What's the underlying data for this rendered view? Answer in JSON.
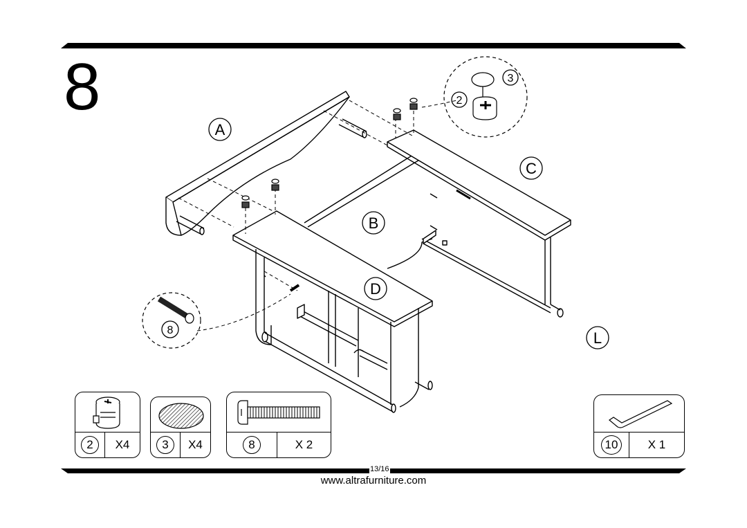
{
  "step": {
    "number": "8"
  },
  "parts": {
    "A": "A",
    "B": "B",
    "C": "C",
    "D": "D",
    "L": "L"
  },
  "callouts": {
    "cam_lock_top": "2",
    "cam_cover": "3",
    "bolt": "8"
  },
  "hardware": [
    {
      "number": "2",
      "quantity": "X4",
      "icon": "cam-lock-icon"
    },
    {
      "number": "3",
      "quantity": "X4",
      "icon": "cam-cover-icon"
    },
    {
      "number": "8",
      "quantity": "X 2",
      "icon": "bolt-icon"
    },
    {
      "number": "10",
      "quantity": "X 1",
      "icon": "allen-key-icon"
    }
  ],
  "footer": {
    "page": "13/16",
    "website": "www.altrafurniture.com"
  }
}
